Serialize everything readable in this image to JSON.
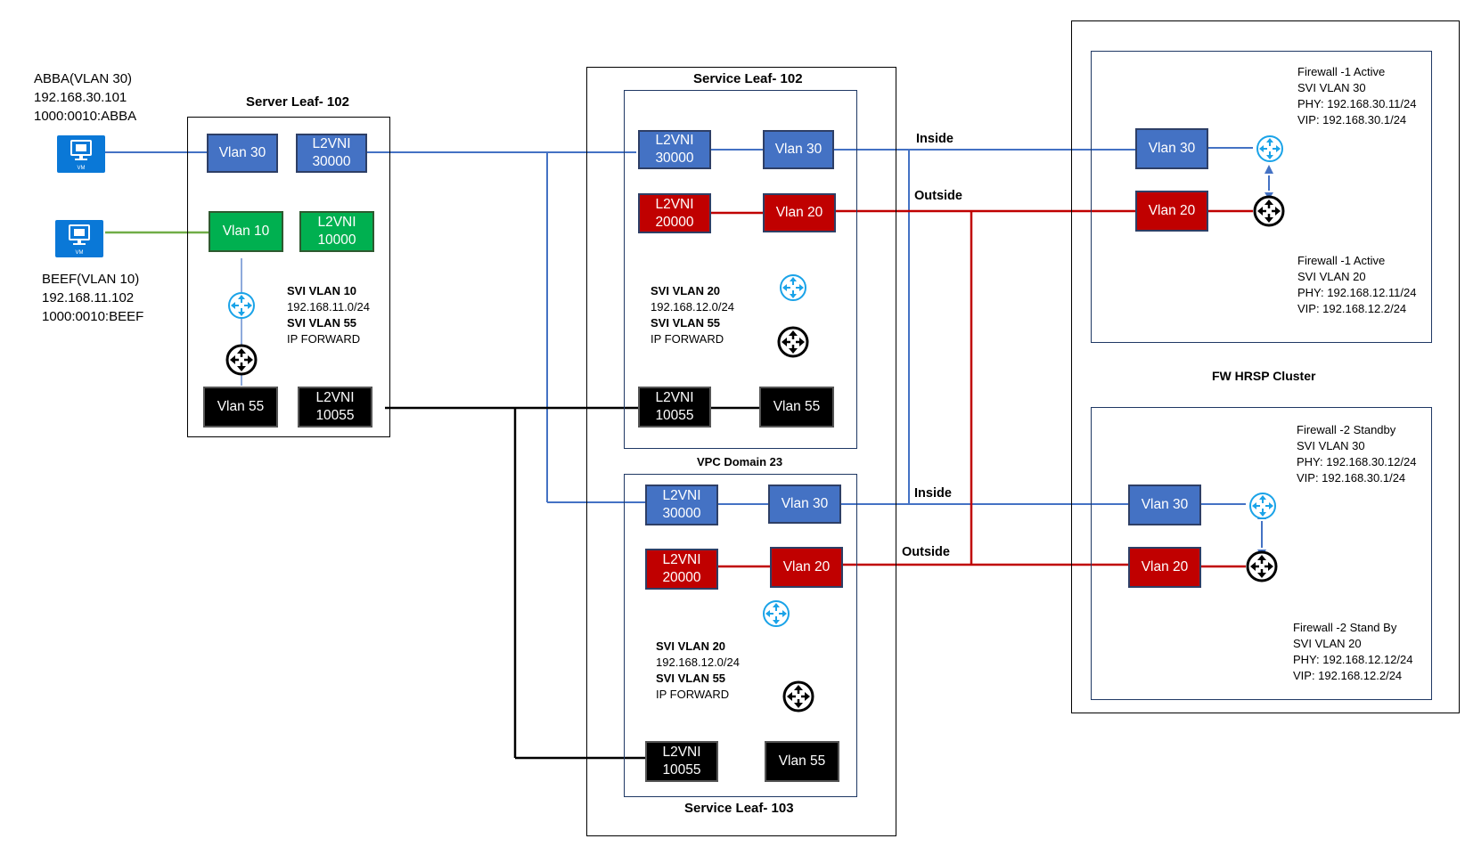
{
  "hosts": {
    "abba": {
      "lines": [
        "ABBA(VLAN 30)",
        "192.168.30.101",
        "1000:0010:ABBA"
      ],
      "vm_label": "VM"
    },
    "beef": {
      "lines": [
        "BEEF(VLAN 10)",
        "192.168.11.102",
        "1000:0010:BEEF"
      ],
      "vm_label": "VM"
    }
  },
  "server_leaf": {
    "title": "Server Leaf- 102",
    "vlan30": "Vlan 30",
    "l2vni30000": [
      "L2VNI",
      "30000"
    ],
    "vlan10": "Vlan 10",
    "l2vni10000": [
      "L2VNI",
      "10000"
    ],
    "vlan55": "Vlan 55",
    "l2vni10055": [
      "L2VNI",
      "10055"
    ],
    "svi": [
      "SVI VLAN 10",
      "192.168.11.0/24",
      "SVI VLAN 55",
      "IP FORWARD"
    ]
  },
  "service_leaf_102": {
    "title": "Service Leaf- 102",
    "l2vni30000": [
      "L2VNI",
      "30000"
    ],
    "vlan30": "Vlan 30",
    "l2vni20000": [
      "L2VNI",
      "20000"
    ],
    "vlan20": "Vlan 20",
    "l2vni10055": [
      "L2VNI",
      "10055"
    ],
    "vlan55": "Vlan 55",
    "svi": [
      "SVI VLAN 20",
      "192.168.12.0/24",
      "SVI VLAN 55",
      "IP FORWARD"
    ]
  },
  "vpc_domain": "VPC Domain 23",
  "service_leaf_103": {
    "title": "Service Leaf- 103",
    "l2vni30000": [
      "L2VNI",
      "30000"
    ],
    "vlan30": "Vlan 30",
    "l2vni20000": [
      "L2VNI",
      "20000"
    ],
    "vlan20": "Vlan 20",
    "l2vni10055": [
      "L2VNI",
      "10055"
    ],
    "vlan55": "Vlan 55",
    "svi": [
      "SVI VLAN 20",
      "192.168.12.0/24",
      "SVI VLAN 55",
      "IP FORWARD"
    ]
  },
  "links": {
    "inside_top": "Inside",
    "outside_top": "Outside",
    "inside_bottom": "Inside",
    "outside_bottom": "Outside"
  },
  "fw_cluster": {
    "title": "FW HRSP Cluster",
    "fw1": {
      "vlan30": "Vlan 30",
      "vlan20": "Vlan 20",
      "info_top": [
        "Firewall -1 Active",
        "SVI VLAN 30",
        "PHY: 192.168.30.11/24",
        "VIP: 192.168.30.1/24"
      ],
      "info_bottom": [
        "Firewall -1 Active",
        "SVI VLAN 20",
        "PHY: 192.168.12.11/24",
        "VIP: 192.168.12.2/24"
      ]
    },
    "fw2": {
      "vlan30": "Vlan 30",
      "vlan20": "Vlan 20",
      "info_top": [
        "Firewall -2 Standby",
        "SVI VLAN 30",
        "PHY: 192.168.30.12/24",
        "VIP: 192.168.30.1/24"
      ],
      "info_bottom": [
        "Firewall -2 Stand By",
        "SVI VLAN 20",
        "PHY: 192.168.12.12/24",
        "VIP: 192.168.12.2/24"
      ]
    }
  },
  "colors": {
    "blue": "#4472c4",
    "green": "#00b050",
    "red": "#c00000",
    "black": "#000000",
    "link_blue": "#4472c4",
    "link_red": "#c00000",
    "vm_blue": "#0a78d7",
    "router_blue": "#1aa3e8"
  },
  "icons": [
    "vm-icon",
    "router-icon",
    "switch-router-icon"
  ]
}
